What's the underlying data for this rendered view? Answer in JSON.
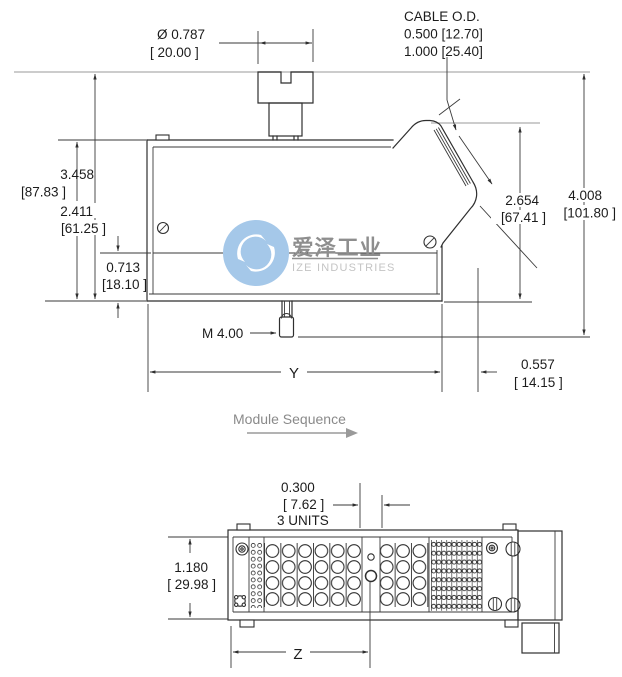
{
  "drawing": {
    "title_hint": "module housing dimension drawing",
    "side": {
      "gland_dia": {
        "in": "Ø 0.787",
        "mm": "[ 20.00 ]"
      },
      "cable_od": {
        "title": "CABLE O.D.",
        "min": "0.500 [12.70]",
        "max": "1.000 [25.40]"
      },
      "h_total": {
        "in": "3.458",
        "mm": "[87.83 ]"
      },
      "h_body": {
        "in": "2.411",
        "mm": "[61.25 ]"
      },
      "h_base": {
        "in": "0.713",
        "mm": "[18.10 ]"
      },
      "h_conn": {
        "in": "2.654",
        "mm": "[67.41 ]"
      },
      "h_overall": {
        "in": "4.008",
        "mm": "[101.80 ]"
      },
      "stud": "M 4.00",
      "width_label": "Y",
      "offset": {
        "in": "0.557",
        "mm": "[ 14.15 ]"
      }
    },
    "sequence": "Module Sequence",
    "bottom": {
      "pitch": {
        "in": "0.300",
        "mm": "[ 7.62 ]",
        "note": "3 UNITS"
      },
      "depth": {
        "in": "1.180",
        "mm": "[ 29.98 ]"
      },
      "width_label": "Z"
    },
    "watermark": {
      "cn": "爱泽工业",
      "en": "IZE INDUSTRIES"
    },
    "colors": {
      "line": "#2f2f2f",
      "extension_grey": "#bcbcbc",
      "sequence_grey": "#8a8a8a",
      "logo_blue": "#a5c8e9",
      "watermark_grey": "#8e8e8e",
      "watermark_light": "#c4c4c4"
    }
  }
}
